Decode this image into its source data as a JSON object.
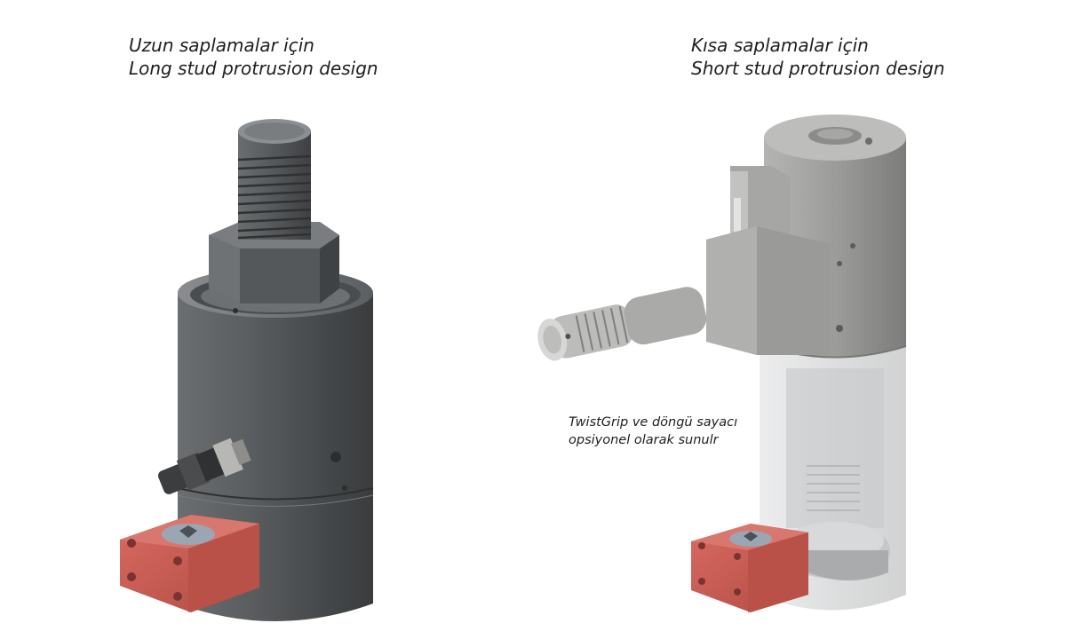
{
  "captions": {
    "long": {
      "line_tr": "Uzun saplamalar için",
      "line_en": "Long stud protrusion design"
    },
    "short": {
      "line_tr": "Kısa saplamalar için",
      "line_en": "Short stud protrusion design"
    },
    "note": {
      "line1": "TwistGrip ve döngü sayacı",
      "line2": "opsiyonel olarak sunulr"
    }
  },
  "colors": {
    "dark_body": "#55585a",
    "steel": "#9a9a98",
    "red_block": "#c85a52",
    "transparent_sleeve": "#d9dadb"
  },
  "images": [
    {
      "name": "long-stud-tensioner-image",
      "depicts": "long-stud-tensioner"
    },
    {
      "name": "short-stud-tensioner-image",
      "depicts": "short-stud-tensioner"
    }
  ]
}
